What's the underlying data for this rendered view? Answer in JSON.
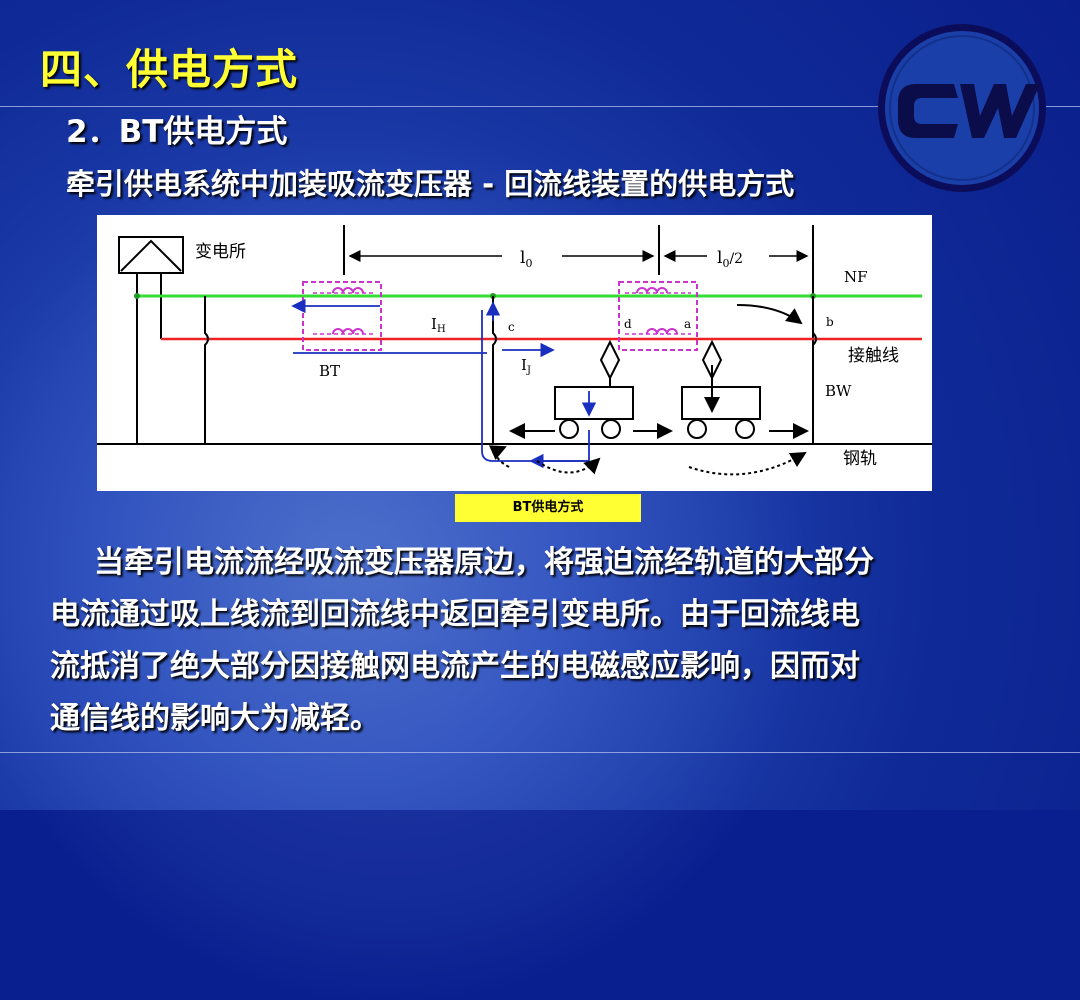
{
  "slide": {
    "title": "四、供电方式",
    "subtitle": "2．BT供电方式",
    "intro": "牵引供电系统中加装吸流变压器 - 回流线装置的供电方式",
    "logo_text": "CW",
    "figure_caption": "BT供电方式",
    "body_lines": [
      "当牵引电流流经吸流变压器原边，将强迫流经轨道的大部分",
      "电流通过吸上线流到回流线中返回牵引变电所。由于回流线电",
      "流抵消了绝大部分因接触网电流产生的电磁感应影响，因而对",
      "通信线的影响大为减轻。"
    ]
  },
  "diagram": {
    "labels": {
      "substation": "变电所",
      "l0": "l",
      "l0_sub": "0",
      "l0_half": "l",
      "l0_half_sub": "0",
      "l0_half_suffix": "/2",
      "nf": "NF",
      "ih": "I",
      "ih_sub": "H",
      "ij": "I",
      "ij_sub": "J",
      "c": "c",
      "d": "d",
      "a": "a",
      "b": "b",
      "bt": "BT",
      "contact_wire": "接触线",
      "bw": "BW",
      "rail": "钢轨"
    },
    "colors": {
      "return_wire": "#33dd33",
      "contact_wire": "#ee2222",
      "transformer": "#cc33cc",
      "current_path": "#1a2fbf"
    }
  },
  "theme": {
    "title_color": "#ffff33",
    "text_color": "#ffffff",
    "background": "#0f2a97"
  }
}
